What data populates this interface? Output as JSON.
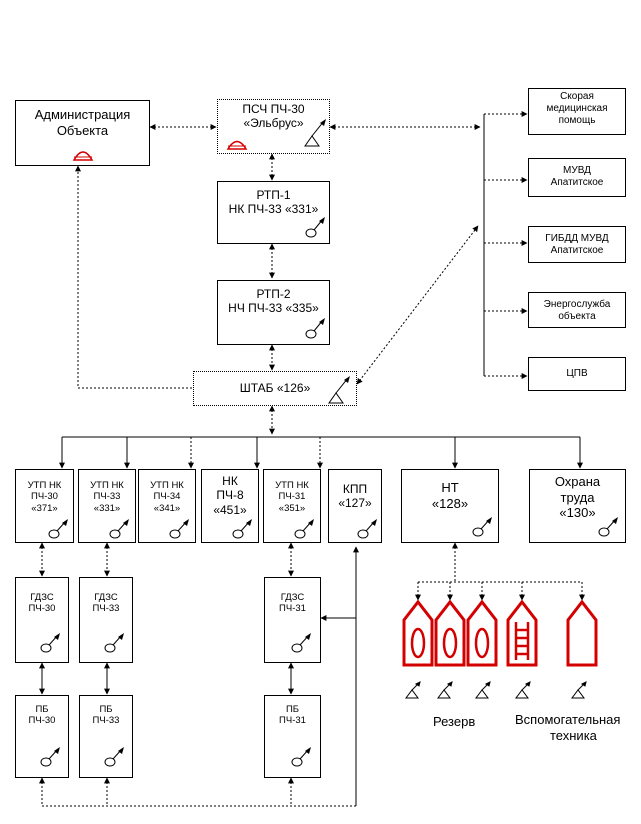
{
  "boxes": {
    "admin": "Администрация\nОбъекта",
    "psch": "ПСЧ ПЧ-30\n«Эльбрус»",
    "rtp1": "РТП-1\nНК ПЧ-33 «331»",
    "rtp2": "РТП-2\nНЧ ПЧ-33 «335»",
    "shtab": "ШТАБ «126»",
    "ambulance": "Скорая\nмедицинская\nпомощь",
    "muvd": "МУВД\nАпатитское",
    "gibdd": "ГИБДД МУВД\nАпатитское",
    "energy": "Энергослужба\nобъекта",
    "cpv": "ЦПВ",
    "utp30": "УТП  НК\nПЧ-30\n«371»",
    "utp33": "УТП  НК\nПЧ-33\n«331»",
    "utp34": "УТП  НК\nПЧ-34\n«341»",
    "nk8": "НК\nПЧ-8\n«451»",
    "utp31": "УТП  НК\nПЧ-31\n«351»",
    "kpp": "КПП\n«127»",
    "nt": "НТ\n«128»",
    "ohrana": "Охрана\nтруда\n«130»",
    "gdzs30": "ГДЗС\nПЧ-30",
    "gdzs33": "ГДЗС\nПЧ-33",
    "gdzs31": "ГДЗС\nПЧ-31",
    "pb30": "ПБ\nПЧ-30",
    "pb33": "ПБ\nПЧ-33",
    "pb31": "ПБ\nПЧ-31"
  },
  "labels": {
    "reserve": "Резерв",
    "aux_line1": "Вспомогательная",
    "aux_line2": "техника"
  },
  "colors": {
    "line": "#000000",
    "vehicle": "#d40000"
  },
  "icons": [
    "radio-station-icon",
    "handheld-radio-icon",
    "siren-light-icon",
    "fire-truck-icon",
    "ladder-truck-icon"
  ]
}
